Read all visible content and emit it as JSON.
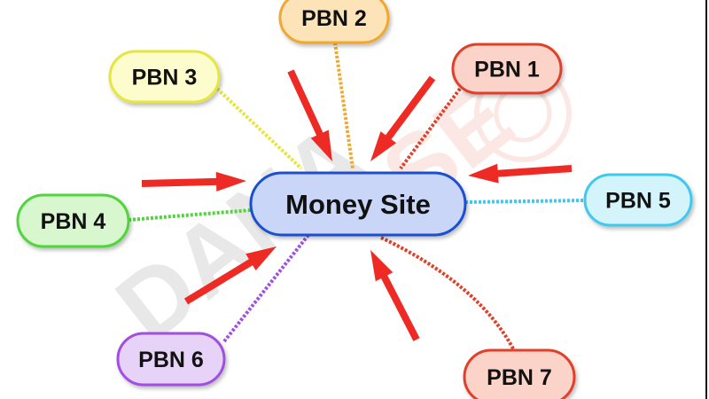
{
  "center": {
    "label": "Money Site",
    "fill": "#c9d6f7",
    "stroke": "#1a4fd0"
  },
  "nodes": [
    {
      "id": "pbn-1",
      "label": "PBN 1",
      "fill": "#fbd3c8",
      "stroke": "#e0402a"
    },
    {
      "id": "pbn-2",
      "label": "PBN 2",
      "fill": "#fde3b8",
      "stroke": "#f0a830"
    },
    {
      "id": "pbn-3",
      "label": "PBN 3",
      "fill": "#fdfccc",
      "stroke": "#e6e63a"
    },
    {
      "id": "pbn-4",
      "label": "PBN 4",
      "fill": "#d9f7cf",
      "stroke": "#4fd63a"
    },
    {
      "id": "pbn-5",
      "label": "PBN 5",
      "fill": "#d4f4fb",
      "stroke": "#3fc8ee"
    },
    {
      "id": "pbn-6",
      "label": "PBN 6",
      "fill": "#e6d3f7",
      "stroke": "#a050e0"
    },
    {
      "id": "pbn-7",
      "label": "PBN 7",
      "fill": "#fbd3c8",
      "stroke": "#e0402a"
    }
  ],
  "arrow_color": "#ee2a24",
  "watermark": {
    "text": "DANASEO"
  }
}
